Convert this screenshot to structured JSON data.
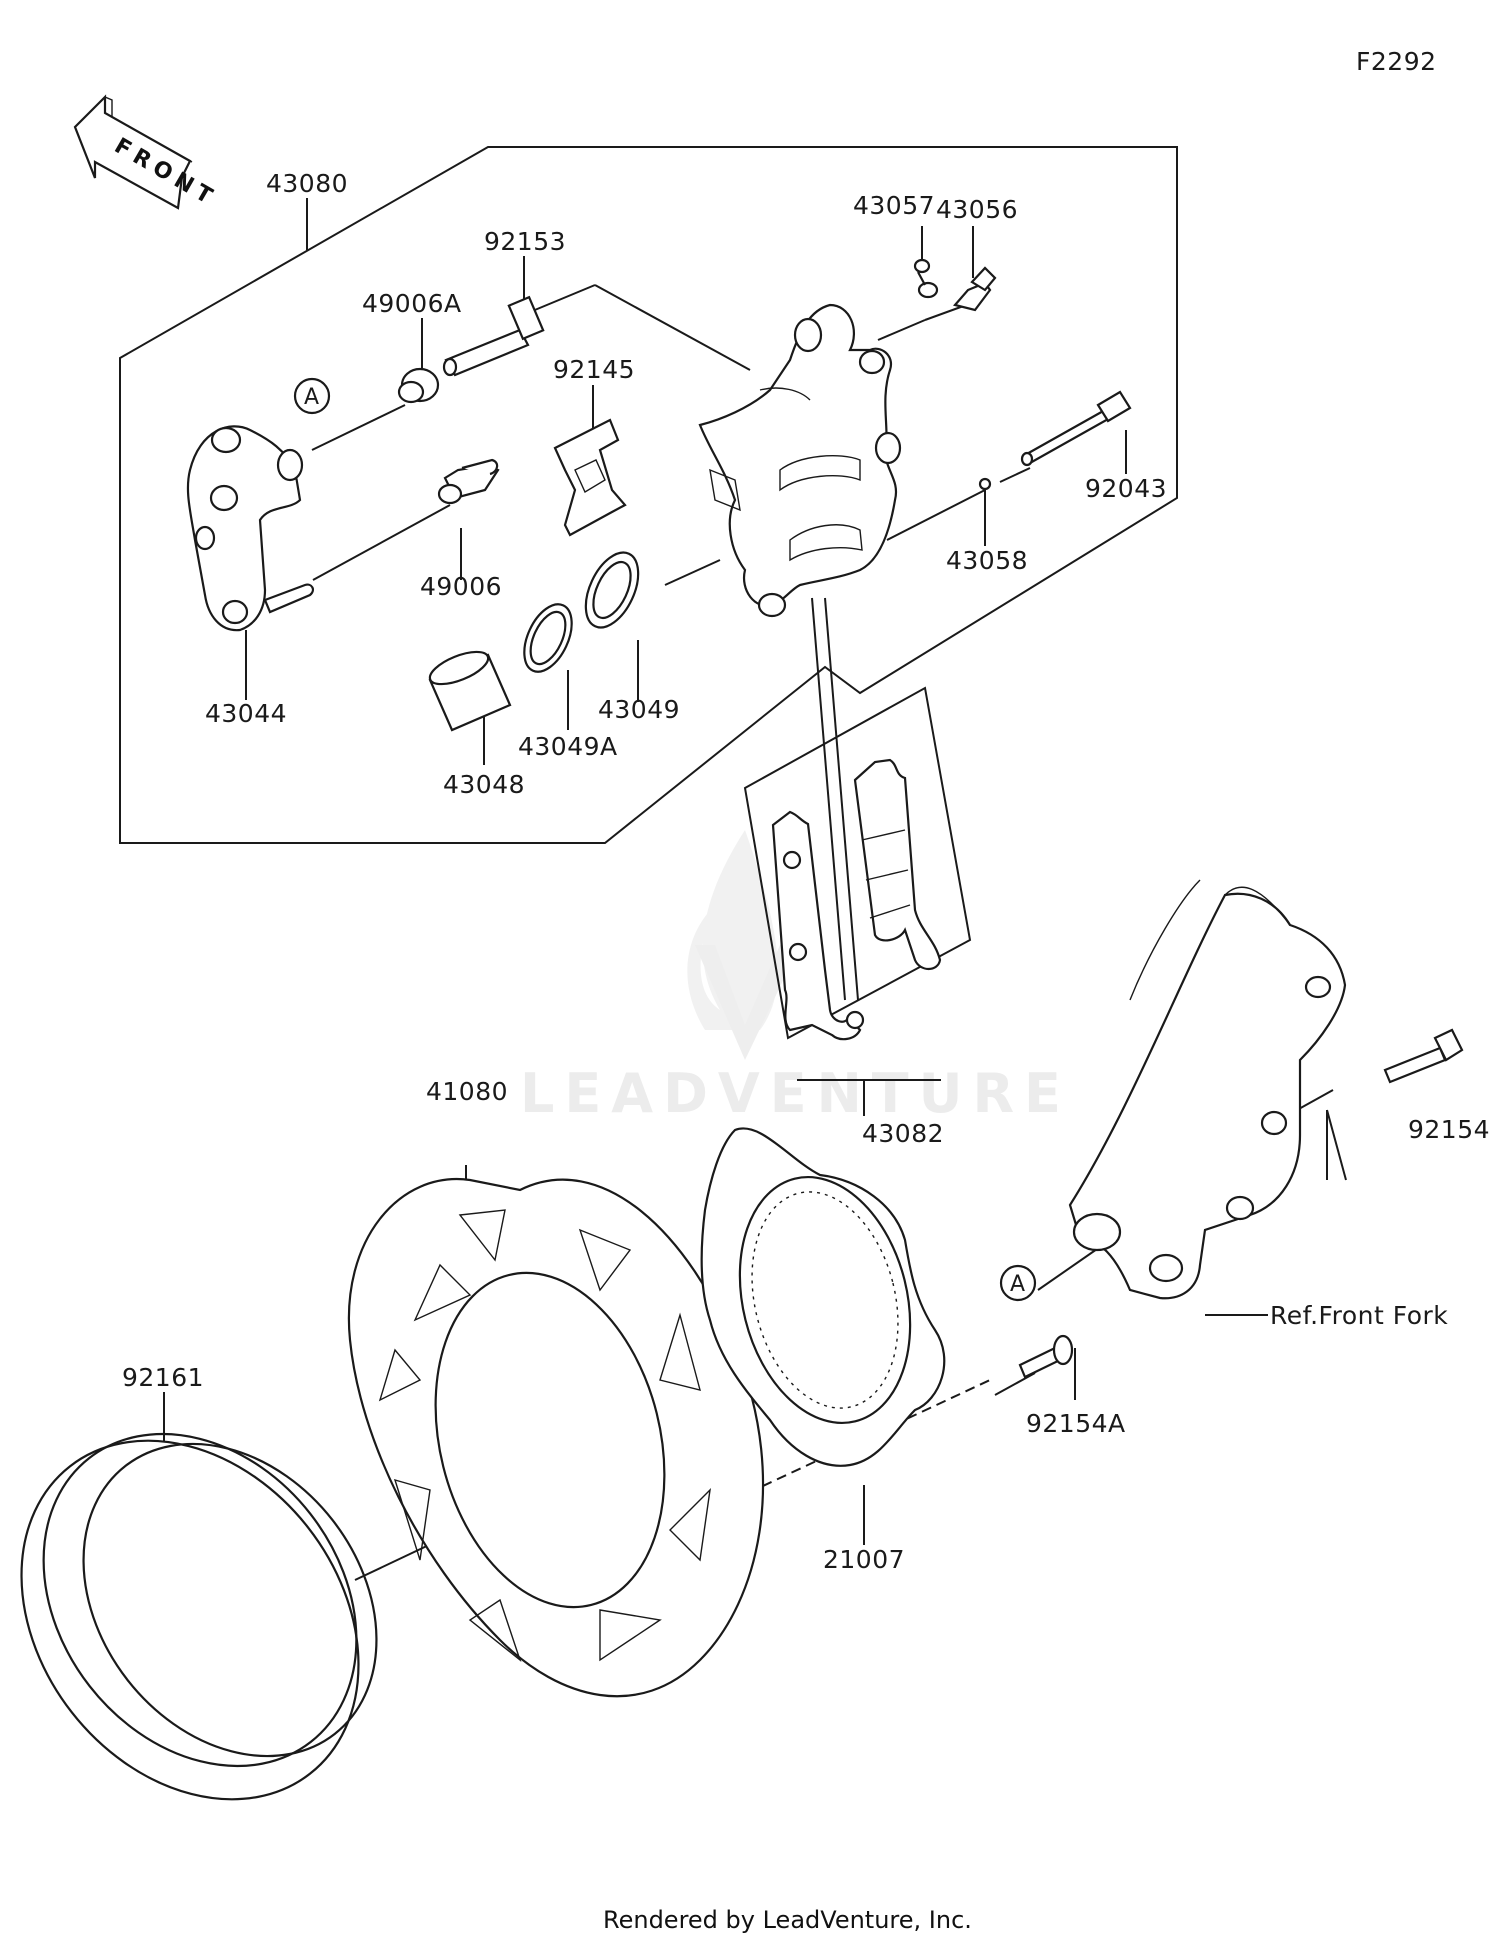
{
  "figure_id": "F2292",
  "front_arrow_label": "FRONT",
  "watermark": "LEADVENTURE",
  "footer": "Rendered by LeadVenture, Inc.",
  "ref_label": "Ref.Front Fork",
  "callout_a": "A",
  "parts": {
    "p43080": "43080",
    "p92153": "92153",
    "p43057": "43057",
    "p43056": "43056",
    "p49006A": "49006A",
    "p92145": "92145",
    "p92043": "92043",
    "p43058": "43058",
    "p49006": "49006",
    "p43044": "43044",
    "p43049": "43049",
    "p43049A": "43049A",
    "p43048": "43048",
    "p43082": "43082",
    "p41080": "41080",
    "p92154": "92154",
    "p92154A": "92154A",
    "p21007": "21007",
    "p92161": "92161"
  }
}
